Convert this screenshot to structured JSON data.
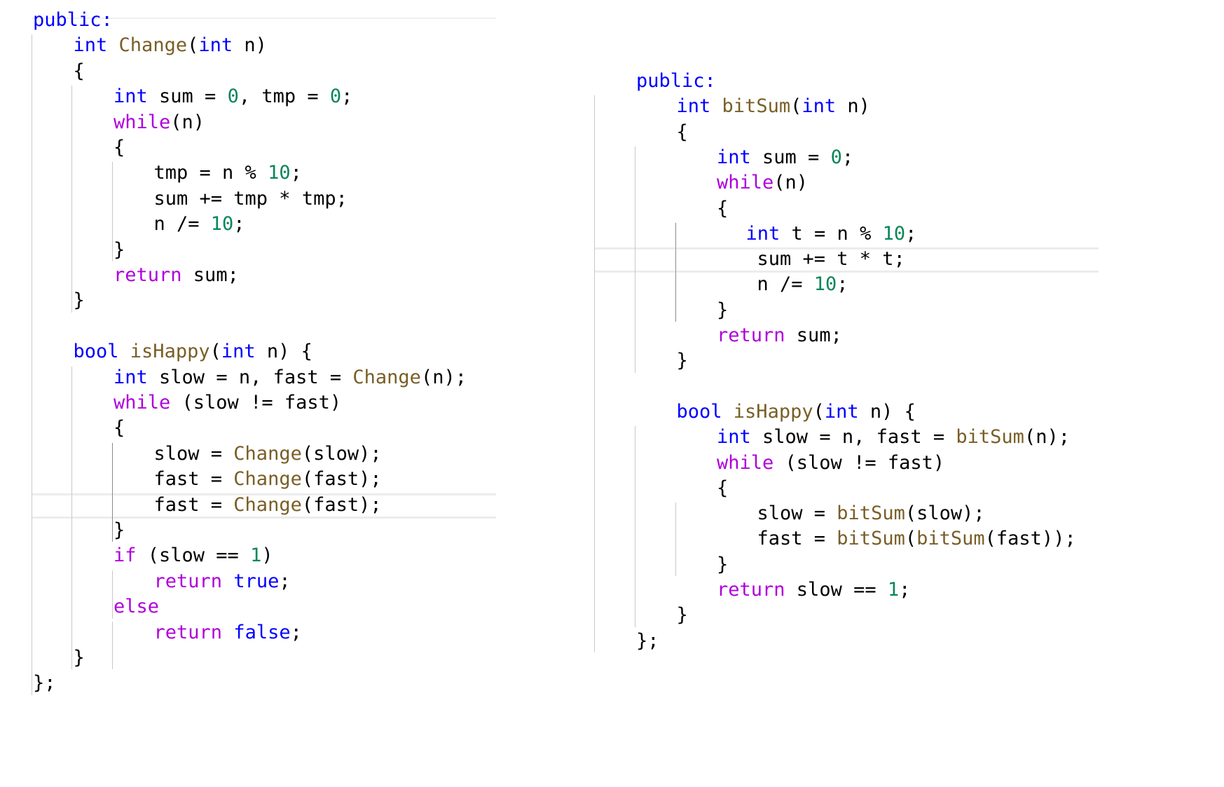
{
  "colors": {
    "keyword": "#0000ff",
    "control": "#af00db",
    "function": "#795e26",
    "number": "#098658",
    "text": "#000000",
    "indent_guide": "#c8c8c8",
    "current_line_border": "#ececec"
  },
  "panels": [
    {
      "id": "left",
      "lines": [
        [
          [
            "public:",
            "kw"
          ]
        ],
        [
          [
            "int",
            "kw"
          ],
          [
            " ",
            "text"
          ],
          [
            "Change",
            "fn"
          ],
          [
            "(",
            "text"
          ],
          [
            "int",
            "kw"
          ],
          [
            " n)",
            "text"
          ]
        ],
        [
          [
            "{",
            "text"
          ]
        ],
        [
          [
            "int",
            "kw"
          ],
          [
            " sum = ",
            "text"
          ],
          [
            "0",
            "num"
          ],
          [
            ", tmp = ",
            "text"
          ],
          [
            "0",
            "num"
          ],
          [
            ";",
            "text"
          ]
        ],
        [
          [
            "while",
            "ctl"
          ],
          [
            "(n)",
            "text"
          ]
        ],
        [
          [
            "{",
            "text"
          ]
        ],
        [
          [
            "tmp = n % ",
            "text"
          ],
          [
            "10",
            "num"
          ],
          [
            ";",
            "text"
          ]
        ],
        [
          [
            "sum += tmp * tmp;",
            "text"
          ]
        ],
        [
          [
            "n /= ",
            "text"
          ],
          [
            "10",
            "num"
          ],
          [
            ";",
            "text"
          ]
        ],
        [
          [
            "}",
            "text"
          ]
        ],
        [
          [
            "return",
            "ctl"
          ],
          [
            " sum;",
            "text"
          ]
        ],
        [
          [
            "}",
            "text"
          ]
        ],
        [],
        [
          [
            "bool",
            "kw"
          ],
          [
            " ",
            "text"
          ],
          [
            "isHappy",
            "fn"
          ],
          [
            "(",
            "text"
          ],
          [
            "int",
            "kw"
          ],
          [
            " n) {",
            "text"
          ]
        ],
        [
          [
            "int",
            "kw"
          ],
          [
            " slow = n, fast = ",
            "text"
          ],
          [
            "Change",
            "fn"
          ],
          [
            "(n);",
            "text"
          ]
        ],
        [
          [
            "while",
            "ctl"
          ],
          [
            " (slow != fast)",
            "text"
          ]
        ],
        [
          [
            "{",
            "text"
          ]
        ],
        [
          [
            "slow = ",
            "text"
          ],
          [
            "Change",
            "fn"
          ],
          [
            "(slow);",
            "text"
          ]
        ],
        [
          [
            "fast = ",
            "text"
          ],
          [
            "Change",
            "fn"
          ],
          [
            "(fast);",
            "text"
          ]
        ],
        [
          [
            "fast = ",
            "text"
          ],
          [
            "Change",
            "fn"
          ],
          [
            "(fast);",
            "text"
          ]
        ],
        [
          [
            "}",
            "text"
          ]
        ],
        [
          [
            "if",
            "ctl"
          ],
          [
            " (slow == ",
            "text"
          ],
          [
            "1",
            "num"
          ],
          [
            ")",
            "text"
          ]
        ],
        [
          [
            "return",
            "ctl"
          ],
          [
            " ",
            "text"
          ],
          [
            "true",
            "kw"
          ],
          [
            ";",
            "text"
          ]
        ],
        [
          [
            "else",
            "ctl"
          ]
        ],
        [
          [
            "return",
            "ctl"
          ],
          [
            " ",
            "text"
          ],
          [
            "false",
            "kw"
          ],
          [
            ";",
            "text"
          ]
        ],
        [
          [
            "}",
            "text"
          ]
        ],
        [
          [
            "};",
            "text"
          ]
        ]
      ]
    },
    {
      "id": "right",
      "lines": [
        [
          [
            "public:",
            "kw"
          ]
        ],
        [
          [
            "int",
            "kw"
          ],
          [
            " ",
            "text"
          ],
          [
            "bitSum",
            "fn"
          ],
          [
            "(",
            "text"
          ],
          [
            "int",
            "kw"
          ],
          [
            " n)",
            "text"
          ]
        ],
        [
          [
            "{",
            "text"
          ]
        ],
        [
          [
            "int",
            "kw"
          ],
          [
            " sum = ",
            "text"
          ],
          [
            "0",
            "num"
          ],
          [
            ";",
            "text"
          ]
        ],
        [
          [
            "while",
            "ctl"
          ],
          [
            "(n)",
            "text"
          ]
        ],
        [
          [
            "{",
            "text"
          ]
        ],
        [
          [
            "int",
            "kw"
          ],
          [
            " t = n % ",
            "text"
          ],
          [
            "10",
            "num"
          ],
          [
            ";",
            "text"
          ]
        ],
        [
          [
            "sum += t * t;",
            "text"
          ]
        ],
        [
          [
            "n /= ",
            "text"
          ],
          [
            "10",
            "num"
          ],
          [
            ";",
            "text"
          ]
        ],
        [
          [
            "}",
            "text"
          ]
        ],
        [
          [
            "return",
            "ctl"
          ],
          [
            " sum;",
            "text"
          ]
        ],
        [
          [
            "}",
            "text"
          ]
        ],
        [],
        [
          [
            "bool",
            "kw"
          ],
          [
            " ",
            "text"
          ],
          [
            "isHappy",
            "fn"
          ],
          [
            "(",
            "text"
          ],
          [
            "int",
            "kw"
          ],
          [
            " n) {",
            "text"
          ]
        ],
        [
          [
            "int",
            "kw"
          ],
          [
            " slow = n, fast = ",
            "text"
          ],
          [
            "bitSum",
            "fn"
          ],
          [
            "(n);",
            "text"
          ]
        ],
        [
          [
            "while",
            "ctl"
          ],
          [
            " (slow != fast)",
            "text"
          ]
        ],
        [
          [
            "{",
            "text"
          ]
        ],
        [
          [
            "slow = ",
            "text"
          ],
          [
            "bitSum",
            "fn"
          ],
          [
            "(slow);",
            "text"
          ]
        ],
        [
          [
            "fast = ",
            "text"
          ],
          [
            "bitSum",
            "fn"
          ],
          [
            "(",
            "text"
          ],
          [
            "bitSum",
            "fn"
          ],
          [
            "(fast));",
            "text"
          ]
        ],
        [
          [
            "}",
            "text"
          ]
        ],
        [
          [
            "return",
            "ctl"
          ],
          [
            " slow == ",
            "text"
          ],
          [
            "1",
            "num"
          ],
          [
            ";",
            "text"
          ]
        ],
        [
          [
            "}",
            "text"
          ]
        ],
        [
          [
            "};",
            "text"
          ]
        ]
      ]
    }
  ]
}
